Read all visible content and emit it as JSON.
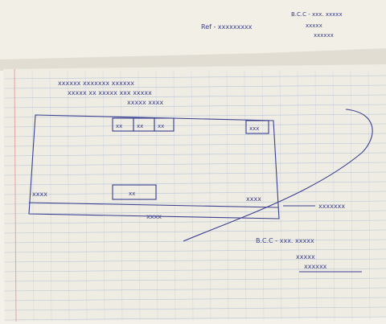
{
  "document": {
    "kind": "handwritten-site-sketch",
    "ink_color": "#3a3f8f",
    "paper_color": "#f1eee6",
    "rule_color": "#9fb6d3",
    "margin_color": "#e2a3a3",
    "top_note_left": "Ref - xxxxxxxxx",
    "top_note_right_lines": [
      "B.C.C - xxx. xxxxx",
      "xxxxx",
      "xxxxxx"
    ],
    "header_lines": [
      "xxxxxx xxxxxxx xxxxxx",
      "xxxxx xx xxxxx xxx xxxxx",
      "xxxxx xxxx"
    ],
    "room_labels": [
      "xx",
      "xx",
      "xx"
    ],
    "corner_label": "xxx",
    "center_label": "xx",
    "left_label": "xxxx",
    "right_label": "xxxx",
    "bottom_label": "xxxx",
    "arrow_label": "xxxxxxx",
    "bottom_note_lines": [
      "B.C.C - xxx. xxxxx",
      "xxxxx",
      "xxxxxx"
    ]
  }
}
